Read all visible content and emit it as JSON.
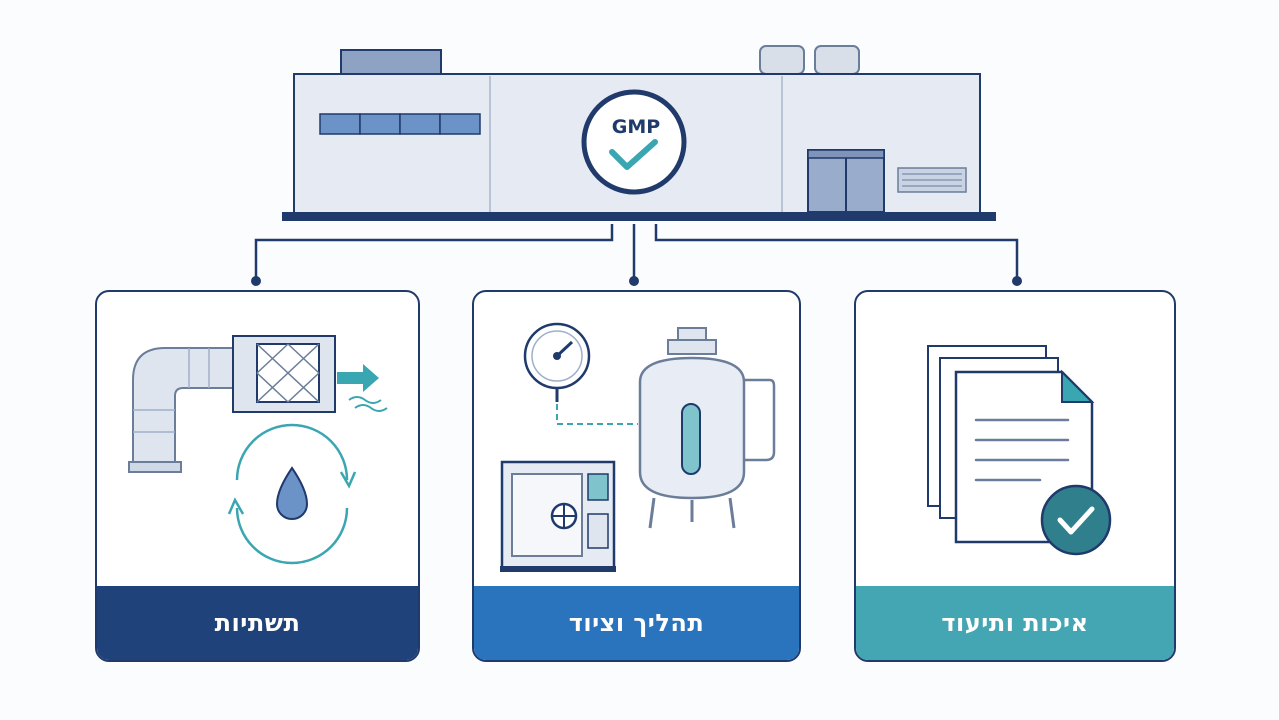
{
  "badge": {
    "text": "GMP"
  },
  "cards": [
    {
      "label": "תשתיות",
      "color": "#1e4279"
    },
    {
      "label": "תהליך וציוד",
      "color": "#2a73bd"
    },
    {
      "label": "איכות ותיעוד",
      "color": "#45a6b3"
    }
  ],
  "colors": {
    "navy": "#1f3a6b",
    "building_fill": "#e6eaf3",
    "accent_teal": "#3aa6b2",
    "accent_blue": "#5b8ac9"
  }
}
